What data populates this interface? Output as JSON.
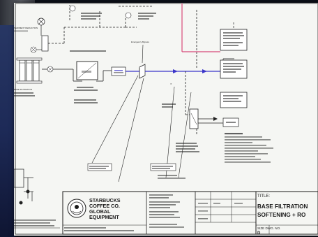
{
  "title_block": {
    "company_line1": "STARBUCKS",
    "company_line2": "COFFEE CO.",
    "company_line3": "GLOBAL",
    "company_line4": "EQUIPMENT",
    "title_label": "TITLE:",
    "title_line1": "BASE FILTRATION",
    "title_line2": "SOFTENING + RO",
    "size_label": "SIZE DWG. NO.",
    "sheet_code": "D"
  },
  "annotations": {
    "sediment_reduction": "SEDIMENT REDUCTION",
    "base_filtration": "BASE FILTRATION",
    "emergency_bypass": "Emergency Bypass"
  },
  "colors": {
    "sheet": "#f5f6f3",
    "line": "#1a1a1a",
    "blue_line": "#3b35c9",
    "pink_line": "#d84a7a",
    "background": "#0c0f18"
  }
}
